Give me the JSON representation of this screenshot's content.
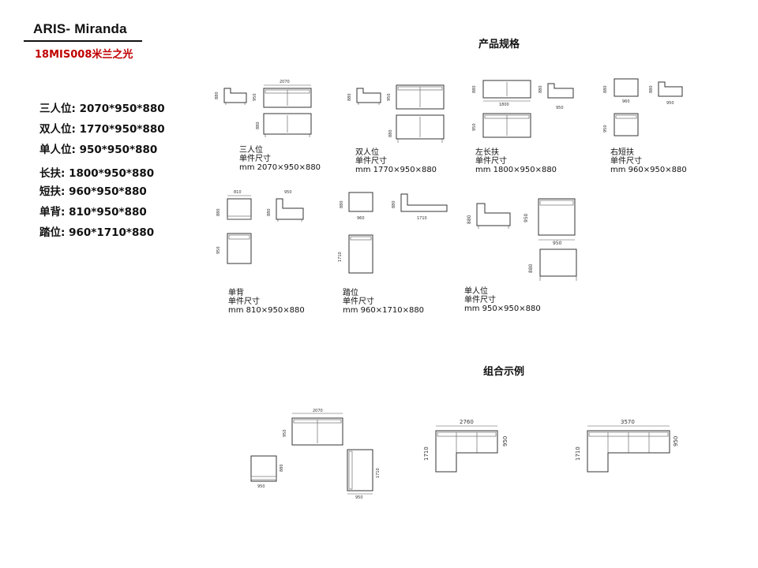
{
  "header": {
    "brand": "ARIS- Miranda",
    "subtitle": "18MIS008米兰之光"
  },
  "specs": [
    "三人位: 2070*950*880",
    "双人位: 1770*950*880",
    "单人位: 950*950*880",
    "长扶: 1800*950*880",
    "短扶: 960*950*880",
    "单背: 810*950*880",
    "踏位: 960*1710*880"
  ],
  "sections": {
    "spec_title": "产品规格",
    "combo_title": "组合示例"
  },
  "products": [
    {
      "name": "三人位",
      "unit": "单件尺寸",
      "size": "mm 2070×950×880"
    },
    {
      "name": "双人位",
      "unit": "单件尺寸",
      "size": "mm 1770×950×880"
    },
    {
      "name": "左长扶",
      "unit": "单件尺寸",
      "size": "mm 1800×950×880"
    },
    {
      "name": "右短扶",
      "unit": "单件尺寸",
      "size": "mm 960×950×880"
    },
    {
      "name": "单背",
      "unit": "单件尺寸",
      "size": "mm 810×950×880"
    },
    {
      "name": "踏位",
      "unit": "单件尺寸",
      "size": "mm 960×1710×880"
    },
    {
      "name": "单人位",
      "unit": "单件尺寸",
      "size": "mm 950×950×880"
    }
  ],
  "dims": {
    "d2070": "2070",
    "d950": "950",
    "d880": "880",
    "d1800": "1800",
    "d960": "960",
    "d810": "810",
    "d1710": "1710",
    "d2760": "2760",
    "d3570": "3570"
  }
}
